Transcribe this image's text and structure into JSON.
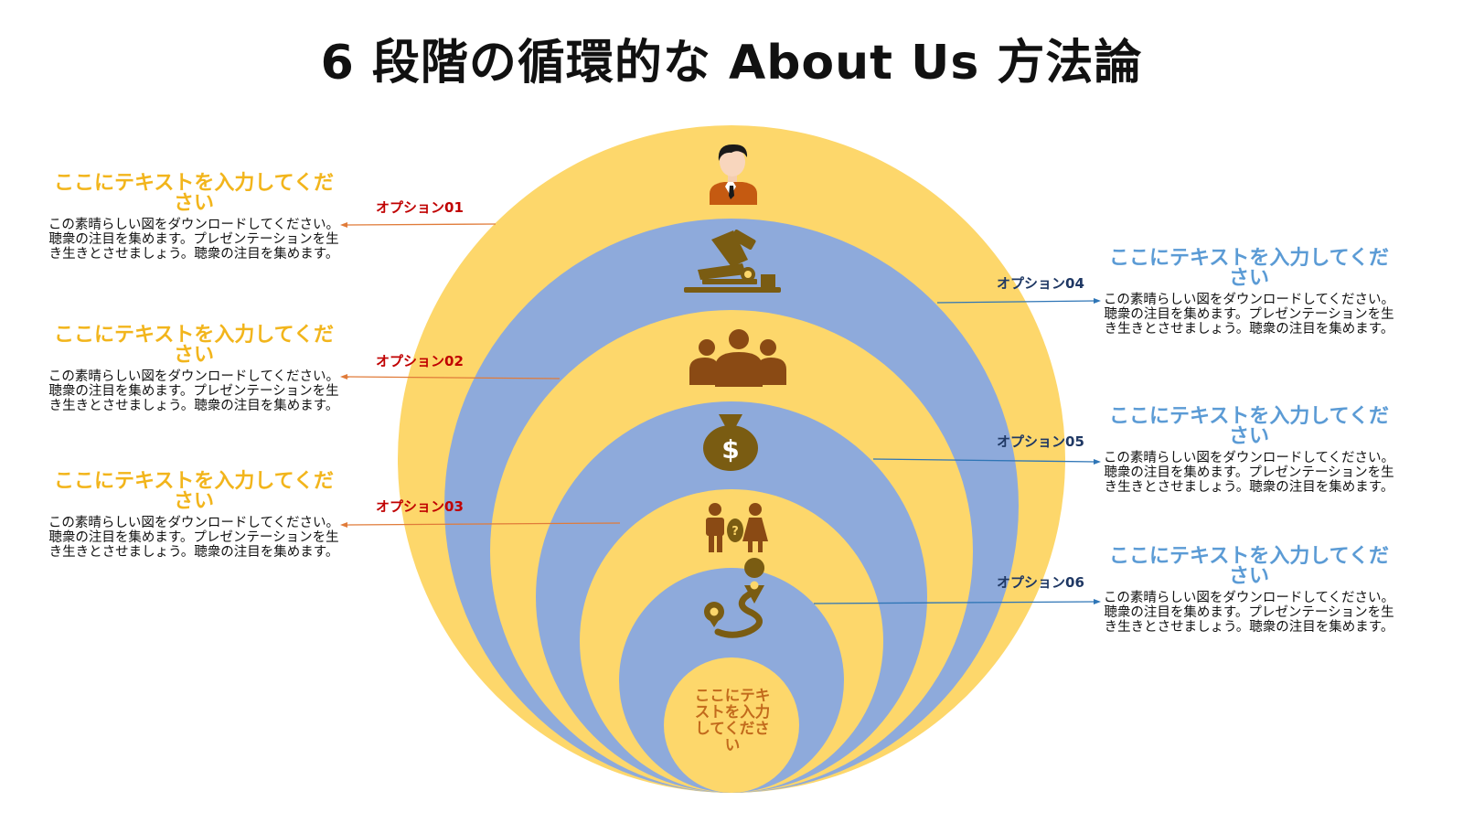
{
  "title": "6 段階の循環的な About Us 方法論",
  "colors": {
    "yellow": "#fdd76b",
    "blue": "#8eaadb",
    "brown": "#8a4a14",
    "icon_gold": "#7a5c12",
    "left_heading": "#f2b51c",
    "right_heading": "#5b9bd5",
    "left_line": "#e07b39",
    "right_line": "#2e75b6",
    "left_option": "#c00000",
    "right_option": "#1f3864",
    "center_text": "#c26a1c"
  },
  "center_text": "ここにテキストを入力してください",
  "options": [
    {
      "label": "オプション01",
      "heading": "ここにテキストを入力してください",
      "body": "この素晴らしい図をダウンロードしてください。聴衆の注目を集めます。プレゼンテーションを生き生きとさせましょう。聴衆の注目を集めます。",
      "icon": "businessman-icon"
    },
    {
      "label": "オプション02",
      "heading": "ここにテキストを入力してください",
      "body": "この素晴らしい図をダウンロードしてください。聴衆の注目を集めます。プレゼンテーションを生き生きとさせましょう。聴衆の注目を集めます。",
      "icon": "microscope-icon"
    },
    {
      "label": "オプション03",
      "heading": "ここにテキストを入力してください",
      "body": "この素晴らしい図をダウンロードしてください。聴衆の注目を集めます。プレゼンテーションを生き生きとさせましょう。聴衆の注目を集めます。",
      "icon": "group-icon"
    },
    {
      "label": "オプション04",
      "heading": "ここにテキストを入力してください",
      "body": "この素晴らしい図をダウンロードしてください。聴衆の注目を集めます。プレゼンテーションを生き生きとさせましょう。聴衆の注目を集めます。",
      "icon": "money-bag-icon"
    },
    {
      "label": "オプション05",
      "heading": "ここにテキストを入力してください",
      "body": "この素晴らしい図をダウンロードしてください。聴衆の注目を集めます。プレゼンテーションを生き生きとさせましょう。聴衆の注目を集めます。",
      "icon": "couple-icon"
    },
    {
      "label": "オプション06",
      "heading": "ここにテキストを入力してください",
      "body": "この素晴らしい図をダウンロードしてください。聴衆の注目を集めます。プレゼンテーションを生き生きとさせましょう。聴衆の注目を集めます。",
      "icon": "route-pin-icon"
    }
  ]
}
